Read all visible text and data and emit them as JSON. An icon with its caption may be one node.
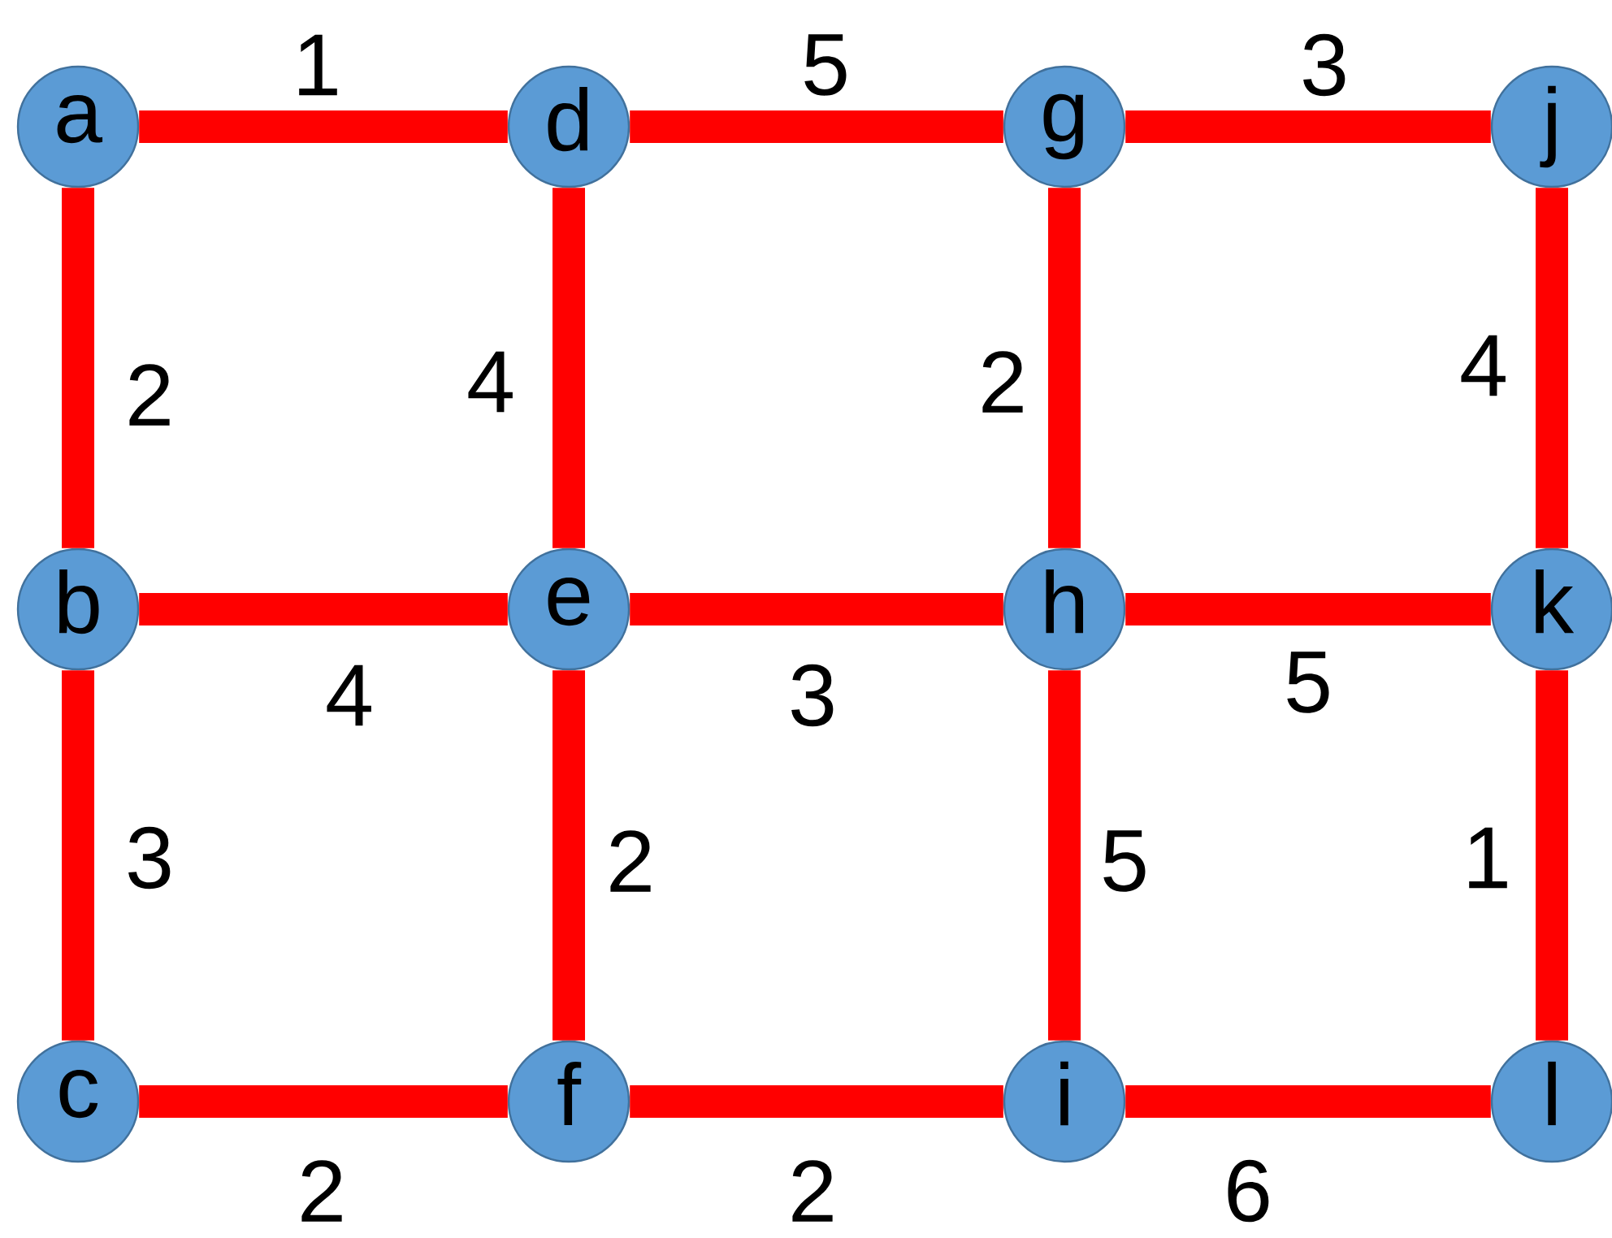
{
  "diagram": {
    "nodes": [
      {
        "text": [
          "a"
        ]
      },
      {
        "text": [
          "d"
        ]
      },
      {
        "text": [
          "g"
        ]
      },
      {
        "text": [
          "j"
        ]
      },
      {
        "text": [
          "b"
        ]
      },
      {
        "text": [
          "e"
        ]
      },
      {
        "text": [
          "h"
        ]
      },
      {
        "text": [
          "k"
        ]
      },
      {
        "text": [
          "c"
        ]
      },
      {
        "text": [
          "f"
        ]
      },
      {
        "text": [
          "i"
        ]
      },
      {
        "text": [
          "l"
        ]
      }
    ],
    "edges": [
      {
        "from": 0,
        "to": 1,
        "arrow": "none",
        "label": "1"
      },
      {
        "from": 1,
        "to": 2,
        "arrow": "none",
        "label": "5"
      },
      {
        "from": 2,
        "to": 3,
        "arrow": "none",
        "label": "3"
      },
      {
        "from": 0,
        "to": 4,
        "arrow": "none",
        "label": "2"
      },
      {
        "from": 1,
        "to": 5,
        "arrow": "none",
        "label": "4"
      },
      {
        "from": 2,
        "to": 6,
        "arrow": "none",
        "label": "2"
      },
      {
        "from": 3,
        "to": 7,
        "arrow": "none",
        "label": "4"
      },
      {
        "from": 4,
        "to": 5,
        "arrow": "none",
        "label": "4"
      },
      {
        "from": 5,
        "to": 6,
        "arrow": "none",
        "label": "3"
      },
      {
        "from": 6,
        "to": 7,
        "arrow": "none",
        "label": "5"
      },
      {
        "from": 4,
        "to": 8,
        "arrow": "none",
        "label": "3"
      },
      {
        "from": 5,
        "to": 9,
        "arrow": "none",
        "label": "2"
      },
      {
        "from": 6,
        "to": 10,
        "arrow": "none",
        "label": "5"
      },
      {
        "from": 7,
        "to": 11,
        "arrow": "none",
        "label": "1"
      },
      {
        "from": 8,
        "to": 9,
        "arrow": "none",
        "label": "2"
      },
      {
        "from": 9,
        "to": 10,
        "arrow": "none",
        "label": "2"
      },
      {
        "from": 10,
        "to": 11,
        "arrow": "none",
        "label": "6"
      }
    ]
  }
}
